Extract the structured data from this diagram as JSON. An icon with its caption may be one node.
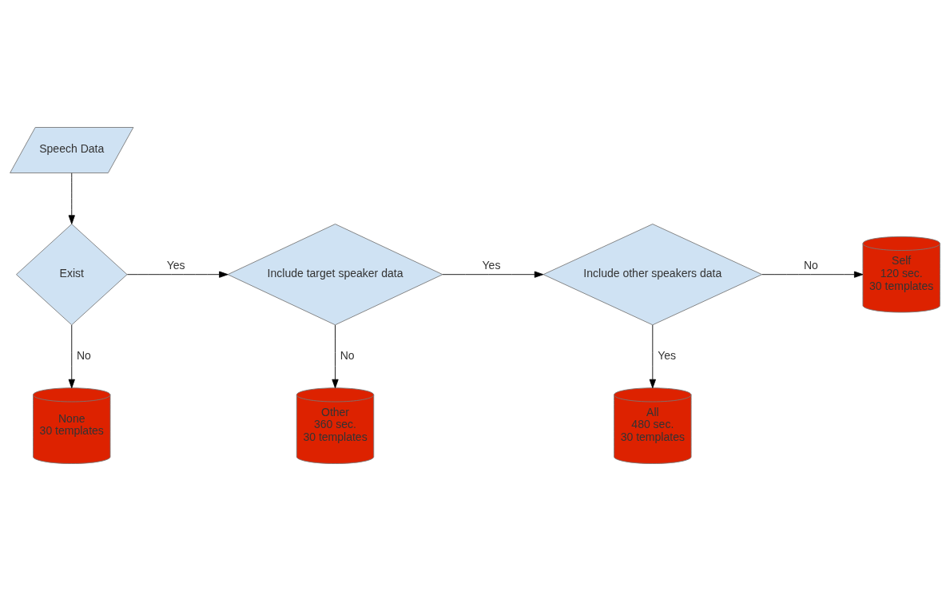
{
  "diagram": {
    "nodes": [
      {
        "text": [
          "Speech Data"
        ]
      },
      {
        "text": [
          "Exist"
        ]
      },
      {
        "text": [
          "Include target speaker data"
        ]
      },
      {
        "text": [
          "Include other speakers data"
        ]
      },
      {
        "text": [
          "Self",
          "120 sec.",
          "30 templates"
        ]
      },
      {
        "text": [
          "None",
          "30 templates"
        ]
      },
      {
        "text": [
          "Other",
          "360 sec.",
          "30 templates"
        ]
      },
      {
        "text": [
          "All",
          "480 sec.",
          "30 templates"
        ]
      }
    ],
    "edges": [
      {
        "from": 0,
        "to": 1,
        "arrow": "to"
      },
      {
        "from": 1,
        "to": 2,
        "arrow": "to",
        "label": "Yes"
      },
      {
        "from": 2,
        "to": 3,
        "arrow": "to",
        "label": "Yes"
      },
      {
        "from": 3,
        "to": 4,
        "arrow": "to",
        "label": "No"
      },
      {
        "from": 1,
        "to": 5,
        "arrow": "to",
        "label": "No"
      },
      {
        "from": 2,
        "to": 6,
        "arrow": "to",
        "label": "No"
      },
      {
        "from": 3,
        "to": 7,
        "arrow": "to",
        "label": "Yes"
      }
    ]
  }
}
